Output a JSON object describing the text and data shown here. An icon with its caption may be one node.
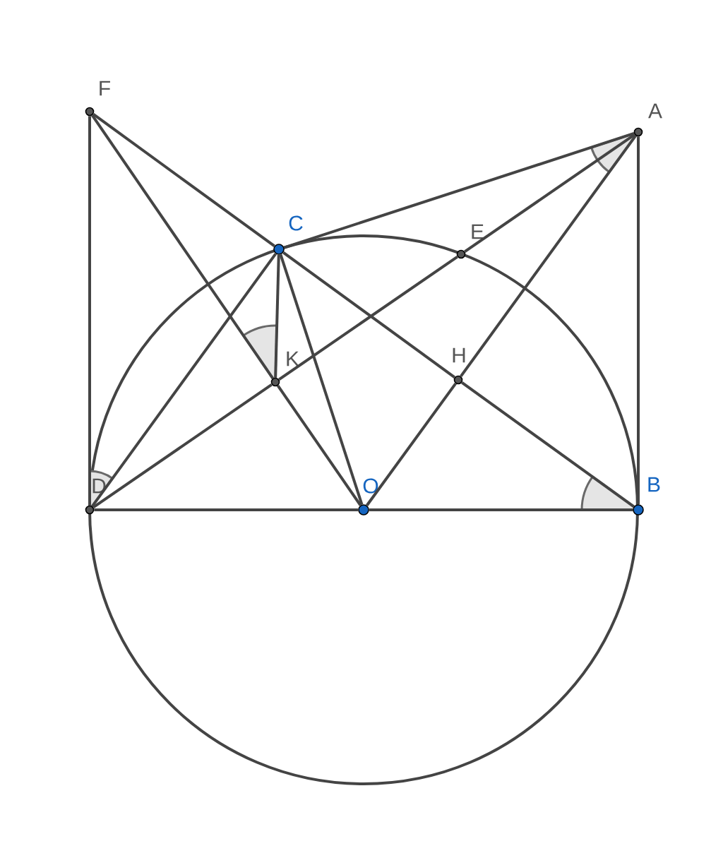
{
  "diagram": {
    "nodes": [
      {
        "text": [
          "F"
        ]
      },
      {
        "text": [
          "A"
        ]
      },
      {
        "text": [
          "C"
        ]
      },
      {
        "text": [
          "E"
        ]
      },
      {
        "text": [
          "K"
        ]
      },
      {
        "text": [
          "H"
        ]
      },
      {
        "text": [
          "D"
        ]
      },
      {
        "text": [
          "O"
        ]
      },
      {
        "text": [
          "B"
        ]
      }
    ],
    "edges": [
      {
        "from": 0,
        "to": 6,
        "arrow": "none"
      },
      {
        "from": 0,
        "to": 2,
        "arrow": "none"
      },
      {
        "from": 2,
        "to": 5,
        "arrow": "none"
      },
      {
        "from": 5,
        "to": 8,
        "arrow": "none"
      },
      {
        "from": 0,
        "to": 4,
        "arrow": "none"
      },
      {
        "from": 4,
        "to": 7,
        "arrow": "none"
      },
      {
        "from": 1,
        "to": 2,
        "arrow": "none"
      },
      {
        "from": 1,
        "to": 3,
        "arrow": "none"
      },
      {
        "from": 3,
        "to": 4,
        "arrow": "none"
      },
      {
        "from": 4,
        "to": 6,
        "arrow": "none"
      },
      {
        "from": 1,
        "to": 5,
        "arrow": "none"
      },
      {
        "from": 5,
        "to": 7,
        "arrow": "none"
      },
      {
        "from": 1,
        "to": 8,
        "arrow": "none"
      },
      {
        "from": 2,
        "to": 6,
        "arrow": "none"
      },
      {
        "from": 2,
        "to": 4,
        "arrow": "none"
      },
      {
        "from": 2,
        "to": 7,
        "arrow": "none"
      },
      {
        "from": 6,
        "to": 7,
        "arrow": "none"
      },
      {
        "from": 7,
        "to": 8,
        "arrow": "none"
      }
    ]
  }
}
